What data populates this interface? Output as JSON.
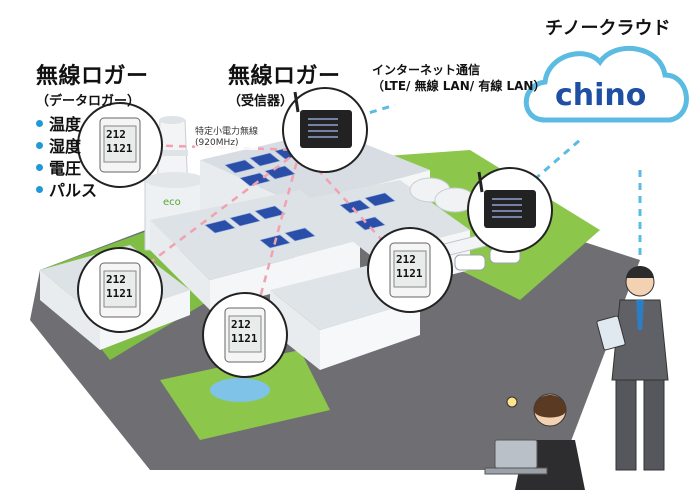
{
  "left_logger": {
    "title": "無線ロガー",
    "subtitle": "（データロガー）",
    "measures": [
      "温度",
      "湿度",
      "電圧",
      "パルス"
    ]
  },
  "receiver": {
    "title": "無線ロガー",
    "subtitle": "（受信器）"
  },
  "radio": {
    "line1": "特定小電力無線",
    "line2": "(920MHz)"
  },
  "internet": {
    "line1": "インターネット通信",
    "line2": "（LTE/ 無線 LAN/ 有線 LAN）"
  },
  "cloud": {
    "title": "チノークラウド",
    "logo_text": "chino",
    "logo_color": "#1e4fa3",
    "accent_color": "#e0303b"
  },
  "logger_display": {
    "top": "212",
    "bottom": "1121"
  },
  "eco_sign": "eco",
  "colors": {
    "bullet": "#1f9ad6",
    "link_pink": "#f3a0b0",
    "link_blue": "#5bbbe0",
    "ground": "#6f6f73",
    "grass": "#8cc64a",
    "building": "#e9ecef",
    "roof": "#d7dde2",
    "solar": "#2a4fa8"
  }
}
